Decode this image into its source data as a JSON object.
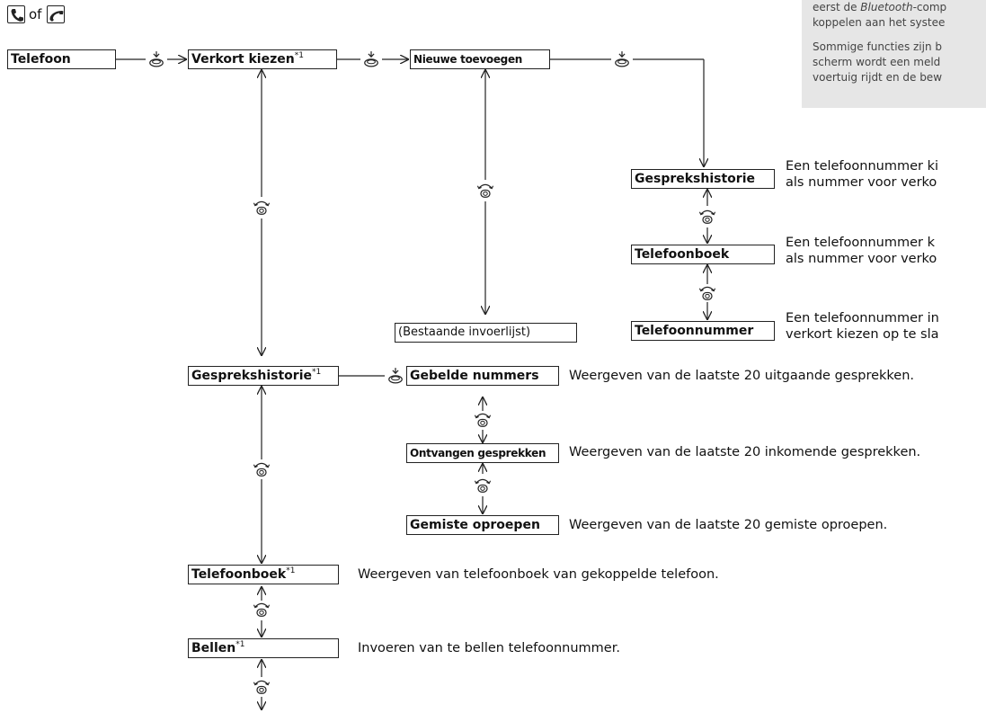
{
  "header": {
    "or_text": "of"
  },
  "note": {
    "line1_prefix": "eerst de ",
    "line1_italic": "Bluetooth",
    "line1_suffix": "-comp",
    "line2": "koppelen aan het systee",
    "line3": "Sommige functies zijn b",
    "line4": "scherm wordt een meld",
    "line5": "voertuig rijdt en de bew"
  },
  "boxes": {
    "telefoon": "Telefoon",
    "verkort": "Verkort kiezen",
    "nieuwe": "Nieuwe toevoegen",
    "bestaande": "(Bestaande invoerlijst)",
    "historie_sub": "Gesprekshistorie",
    "telefoonboek_sub": "Telefoonboek",
    "telefoonnummer_sub": "Telefoonnummer",
    "historie_main": "Gesprekshistorie",
    "gebelde": "Gebelde nummers",
    "ontvangen": "Ontvangen gesprekken",
    "gemiste": "Gemiste oproepen",
    "telefoonboek_main": "Telefoonboek",
    "bellen": "Bellen"
  },
  "footnote_mark": "*1",
  "descriptions": {
    "historie_sub_1": "Een telefoonnummer ki",
    "historie_sub_2": "als nummer voor verko",
    "telefoonboek_sub_1": "Een telefoonnummer k",
    "telefoonboek_sub_2": "als nummer voor verko",
    "telefoonnummer_sub_1": "Een telefoonnummer in",
    "telefoonnummer_sub_2": "verkort kiezen op te sla",
    "gebelde": "Weergeven van de laatste 20 uitgaande gesprekken.",
    "ontvangen": "Weergeven van de laatste 20 inkomende gesprekken.",
    "gemiste": "Weergeven van de laatste 20 gemiste oproepen.",
    "telefoonboek": "Weergeven van telefoonboek van gekoppelde telefoon.",
    "bellen": "Invoeren van te bellen telefoonnummer."
  },
  "icons": {
    "phone_pickup": "phone-icon",
    "phone_menu": "phone-handset-icon",
    "press": "press-knob-icon",
    "rotate": "rotate-knob-icon"
  }
}
